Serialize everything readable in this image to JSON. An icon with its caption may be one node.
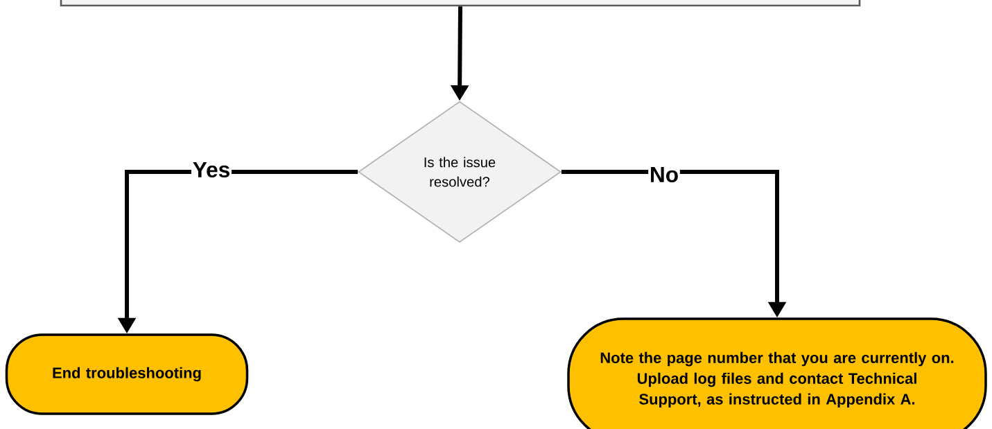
{
  "diagram": {
    "nodes": [
      {
        "text": [],
        "shape": "box"
      },
      {
        "text": [
          "Is the issue resolved?"
        ]
      },
      {
        "text": [
          "End troubleshooting"
        ]
      },
      {
        "text": [
          "Note the page number that you are currently on.",
          "Upload log files and contact Technical Support, as instructed in Appendix A."
        ]
      }
    ],
    "edges": [
      {
        "from": 0,
        "to": 1,
        "arrow": "to"
      },
      {
        "from": 1,
        "to": 2,
        "arrow": "to",
        "label": "Yes"
      },
      {
        "from": 1,
        "to": 3,
        "arrow": "to",
        "label": "No"
      }
    ]
  }
}
